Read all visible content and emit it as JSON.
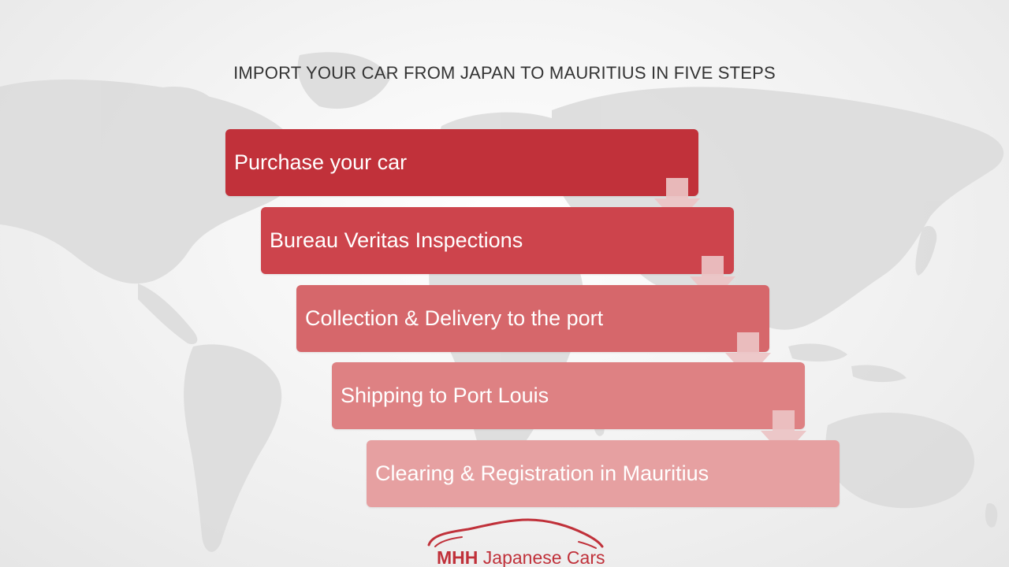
{
  "title": "IMPORT YOUR CAR FROM JAPAN TO MAURITIUS IN FIVE STEPS",
  "steps": [
    {
      "label": "Purchase your car",
      "color": "#c1313a"
    },
    {
      "label": "Bureau Veritas Inspections",
      "color": "#cd444c"
    },
    {
      "label": "Collection & Delivery to the port",
      "color": "#d6676b"
    },
    {
      "label": "Shipping to Port Louis",
      "color": "#de8183"
    },
    {
      "label": "Clearing & Registration in Mauritius",
      "color": "#e6a0a1"
    }
  ],
  "arrow_color": "#ebc3c4",
  "logo": {
    "brand": "MHH",
    "text": "Japanese Cars",
    "color": "#c0313a"
  }
}
